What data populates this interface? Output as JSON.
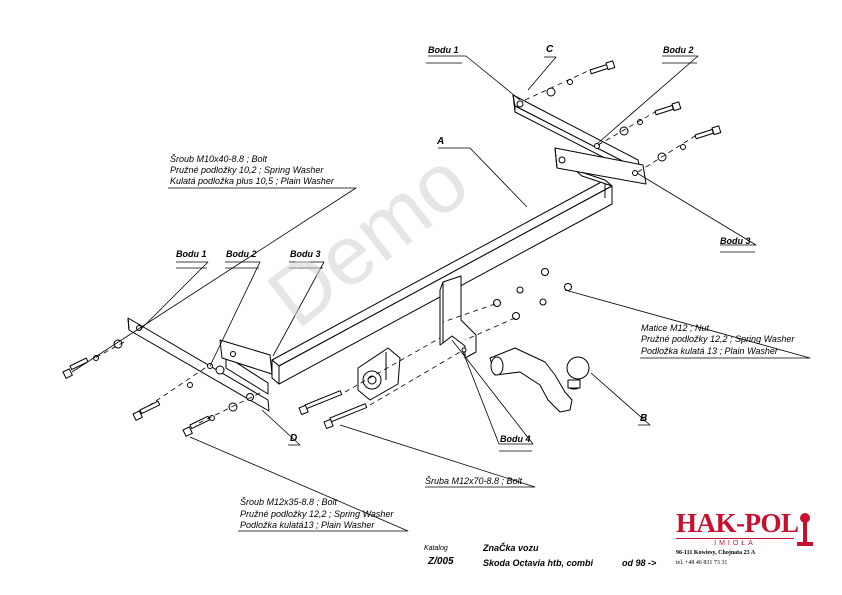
{
  "watermark": "Demo",
  "labels": {
    "bodu1_top": "Bodu 1",
    "c_top": "C",
    "bodu2_top": "Bodu 2",
    "a": "A",
    "bodu3_right": "Bodu 3",
    "bodu1_left": "Bodu 1",
    "bodu2_left": "Bodu 2",
    "bodu3_left": "Bodu 3",
    "d": "D",
    "b": "B",
    "bodu4": "Bodu 4"
  },
  "notes": {
    "bolt_m10_1": "Šroub M10x40-8.8 ;  Bolt",
    "bolt_m10_2": "Pružné podložky 10,2 ; Spring Washer",
    "bolt_m10_3": "Kulatá podložka plus 10,5 ; Plain Washer",
    "nut_1": "Matice  M12 ; Nut",
    "nut_2": "Pružné podložky 12,2 ; Spring Washer",
    "nut_3": "Podložka kulatá 13 ; Plain Washer",
    "bolt_m12x70": "Šruba M12x70-8.8 ;  Bolt",
    "bolt_m12x35_1": "Šroub M12x35-8.8 ;  Bolt",
    "bolt_m12x35_2": "Pružné podložky 12,2 ; Spring Washer",
    "bolt_m12x35_3": "Podložka kulatá13 ; Plain Washer"
  },
  "footer": {
    "katalog_label": "Katalog",
    "katalog_value": "Z/005",
    "brand_label": "ZnaČka vozu",
    "car": "Skoda Octavia htb, combi",
    "from": "od  98 ->"
  },
  "company": {
    "logo": "HAK-POL",
    "logo_sub": "IMIOŁA",
    "address": "96-111 Kowiesy, Chojnata 23 A",
    "phone": "tel. +48 46 831 73 31"
  },
  "colors": {
    "line": "#000000",
    "logo": "#c8102e",
    "watermark": "#d3d3d3"
  }
}
